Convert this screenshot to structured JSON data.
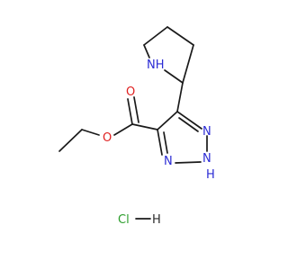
{
  "colors": {
    "bond": "#1a1a1a",
    "nitrogen": "#2b2bd4",
    "oxygen": "#e02020",
    "chlorine": "#2a9d2a",
    "carbon_text": "#2a2a2a"
  },
  "atoms": {
    "pyrrolidine_nh": "NH",
    "carbonyl_o": "O",
    "ester_o": "O",
    "triazole_n3": "N",
    "triazole_n2h": "N",
    "triazole_n2h_h": "H",
    "triazole_n1": "N",
    "hcl_cl": "Cl",
    "hcl_h": "H"
  }
}
